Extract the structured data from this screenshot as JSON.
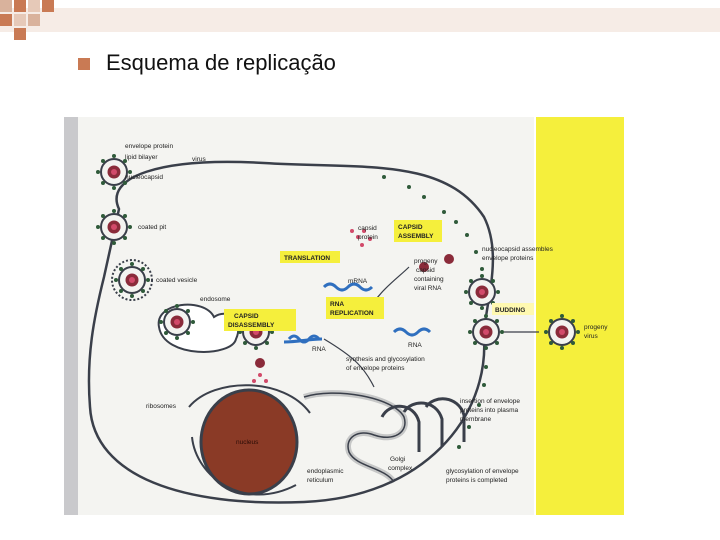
{
  "slide": {
    "title": "Esquema de replicação",
    "accent_color": "#c97a54",
    "bullet_icon": "square-bullet-icon"
  },
  "diagram": {
    "labels": {
      "envelope_protein": "envelope protein",
      "lipid_bilayer": "lipid bilayer",
      "virus": "virus",
      "nucleocapsid": "nucleocapsid",
      "coated_pit": "coated pit",
      "coated_vesicle": "coated vesicle",
      "endosome": "endosome",
      "capsid_disassembly_1": "CAPSID",
      "capsid_disassembly_2": "DISASSEMBLY",
      "translation": "TRANSLATION",
      "capsid_protein_1": "capsid",
      "capsid_protein_2": "protein",
      "capsid_assembly_1": "CAPSID",
      "capsid_assembly_2": "ASSEMBLY",
      "progeny_1": "progeny",
      "progeny_2": "capsid",
      "progeny_3": "containing",
      "progeny_4": "viral RNA",
      "mrna": "mRNA",
      "rna_replication_1": "RNA",
      "rna_replication_2": "REPLICATION",
      "rna_left": "RNA",
      "rna_right": "RNA",
      "nc_assembles_1": "nucleocapsid assembles",
      "nc_assembles_2": "envelope proteins",
      "budding": "BUDDING",
      "progeny_virus_1": "progeny",
      "progeny_virus_2": "virus",
      "synthesis_1": "synthesis and glycosylation",
      "synthesis_2": "of envelope proteins",
      "ribosomes": "ribosomes",
      "nucleus": "nucleus",
      "insertion_1": "insertion of envelope",
      "insertion_2": "proteins into plasma",
      "insertion_3": "membrane",
      "er_1": "endoplasmic",
      "er_2": "reticulum",
      "golgi_1": "Golgi",
      "golgi_2": "complex",
      "glyco_1": "glycosylation of envelope",
      "glyco_2": "proteins is completed"
    },
    "colors": {
      "membrane": "#3a3f4a",
      "nucleus": "#8a3a26",
      "highlight": "#f5ef3c",
      "rna": "#2f6fbf",
      "virus_core": "#8a2b3a",
      "spike": "#2f5a3a"
    }
  }
}
